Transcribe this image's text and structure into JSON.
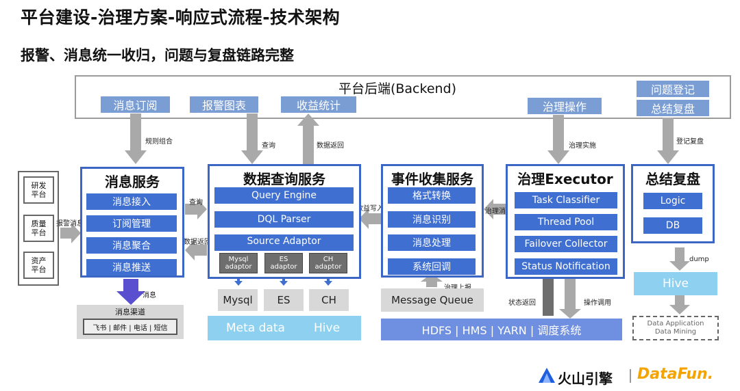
{
  "title": "平台建设-治理方案-响应式流程-技术架构",
  "subtitle": "报警、消息统一收归，问题与复盘链路完整",
  "backend": {
    "title": "平台后端(Backend)",
    "chips": [
      "消息订阅",
      "报警图表",
      "收益统计",
      "治理操作",
      "问题登记",
      "总结复盘"
    ]
  },
  "sources": [
    "研发\n平台",
    "质量\n平台",
    "资产\n平台"
  ],
  "message_service": {
    "title": "消息服务",
    "items": [
      "消息接入",
      "订阅管理",
      "消息聚合",
      "消息推送"
    ]
  },
  "query_service": {
    "title": "数据查询服务",
    "items": [
      "Query Engine",
      "DQL Parser",
      "Source Adaptor"
    ],
    "adaptors": [
      "Mysql\nadaptor",
      "ES\nadaptor",
      "CH\nadaptor"
    ],
    "stores": [
      "Mysql",
      "ES",
      "CH"
    ]
  },
  "event_service": {
    "title": "事件收集服务",
    "items": [
      "格式转换",
      "消息识别",
      "消息处理",
      "系统回调"
    ]
  },
  "executor": {
    "title": "治理Executor",
    "items": [
      "Task Classifier",
      "Thread Pool",
      "Failover Collector",
      "Status Notification"
    ]
  },
  "review": {
    "title": "总结复盘",
    "items": [
      "Logic",
      "DB"
    ]
  },
  "channels": {
    "title": "消息渠道",
    "items": "飞书 | 邮件 | 电话 | 短信"
  },
  "bottom": {
    "meta": "Meta data",
    "hive_left": "Hive",
    "mq": "Message Queue",
    "infra": "HDFS | HMS | YARN | 调度系统",
    "hive_right": "Hive",
    "data_app": "Data Application\nData Mining"
  },
  "arrows": {
    "rule_combine": "规则组合",
    "query": "查询",
    "data_return": "数据返回",
    "gov_apply": "治理实施",
    "register_review": "登记复盘",
    "alert_msg": "报警消息",
    "query2": "查询",
    "data_return2": "数据返回",
    "revenue_write": "收益写入",
    "gov_msg": "治理消息",
    "message": "消息",
    "gov_report": "治理上报",
    "status_return": "状态返回",
    "op_call": "操作调用",
    "dump": "dump"
  },
  "brand": {
    "volc": "火山引擎",
    "datafun": "DataFun."
  },
  "colors": {
    "blue": "#3f6fd1",
    "chip": "#7a9dd4",
    "light": "#8ed0f0",
    "gray_arrow": "#a9a9a9",
    "purple": "#5a4fcf"
  }
}
